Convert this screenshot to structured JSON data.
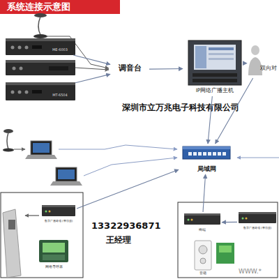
{
  "diagram": {
    "title": "系统连接示意图",
    "nodes": [
      {
        "text": [
          "ME-6003"
        ]
      },
      {
        "text": [
          "MT-6504"
        ]
      },
      {
        "text": [
          "调音台"
        ]
      },
      {
        "text": [
          "IP网络广播主机"
        ]
      },
      {
        "text": [
          "双向对"
        ]
      },
      {
        "text": [
          "局域网"
        ]
      },
      {
        "text": [
          "数字广播终端 (带功放)"
        ]
      },
      {
        "text": [
          "网络寻呼器"
        ]
      },
      {
        "text": [
          "终端"
        ]
      },
      {
        "text": [
          "数字广播终端 (带功放)"
        ]
      },
      {
        "text": [
          "音箱"
        ]
      }
    ],
    "edges": [
      {
        "from": 0,
        "to": 2,
        "arrow": "to"
      },
      {
        "from": 1,
        "to": 2,
        "arrow": "to"
      },
      {
        "from": 2,
        "to": 3,
        "arrow": "to"
      },
      {
        "from": 4,
        "to": 3,
        "arrow": "to"
      },
      {
        "from": 3,
        "to": 5,
        "arrow": "to"
      },
      {
        "from": 4,
        "to": 5,
        "arrow": "to"
      },
      {
        "from": 6,
        "to": 5,
        "arrow": "to"
      },
      {
        "from": 8,
        "to": 5,
        "arrow": "to"
      },
      {
        "from": 9,
        "to": 8,
        "arrow": "to"
      }
    ],
    "labels": [
      "深圳市立万兆电子科技有限公司",
      "13322936871",
      "王经理",
      "WWW.*"
    ]
  }
}
